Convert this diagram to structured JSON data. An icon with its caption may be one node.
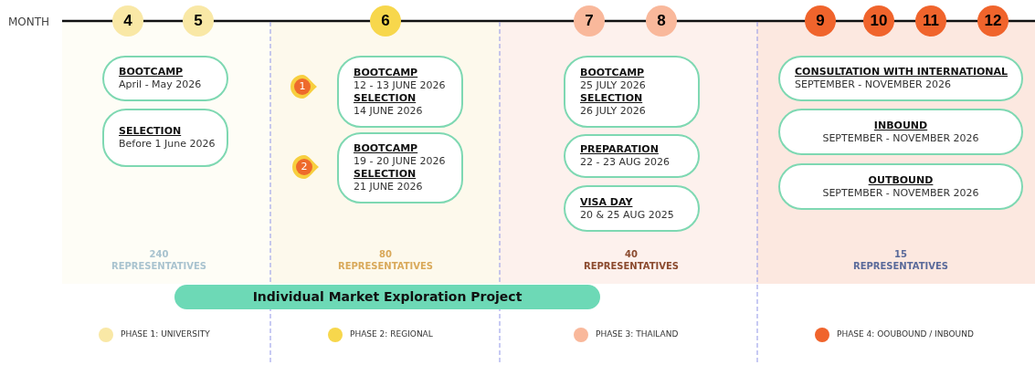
{
  "diagram": {
    "nodes": [
      {
        "text": [
          "4"
        ]
      },
      {
        "text": [
          "5"
        ]
      },
      {
        "text": [
          "6"
        ]
      },
      {
        "text": [
          "7"
        ]
      },
      {
        "text": [
          "8"
        ]
      },
      {
        "text": [
          "9"
        ]
      },
      {
        "text": [
          "10"
        ]
      },
      {
        "text": [
          "11"
        ]
      },
      {
        "text": [
          "12"
        ]
      },
      {
        "text": [
          "BOOTCAMP",
          "April - May 2026"
        ]
      },
      {
        "text": [
          "SELECTION",
          "Before 1 June 2026"
        ]
      },
      {
        "text": [
          "1"
        ]
      },
      {
        "text": [
          "BOOTCAMP",
          "12 - 13 JUNE 2026",
          "SELECTION",
          "14 JUNE 2026"
        ]
      },
      {
        "text": [
          "2"
        ]
      },
      {
        "text": [
          "BOOTCAMP",
          "19 - 20 JUNE 2026",
          "SELECTION",
          "21 JUNE 2026"
        ]
      },
      {
        "text": [
          "BOOTCAMP",
          "25 JULY 2026",
          "SELECTION",
          "26 JULY 2026"
        ]
      },
      {
        "text": [
          "PREPARATION",
          "22 - 23 AUG 2026"
        ]
      },
      {
        "text": [
          "VISA DAY",
          "20 & 25 AUG 2025"
        ]
      },
      {
        "text": [
          "CONSULTATION WITH INTERNATIONAL",
          "SEPTEMBER - NOVEMBER 2026"
        ]
      },
      {
        "text": [
          "INBOUND",
          "SEPTEMBER - NOVEMBER 2026"
        ]
      },
      {
        "text": [
          "OUTBOUND",
          "SEPTEMBER - NOVEMBER 2026"
        ]
      },
      {
        "text": [
          "Individual Market Exploration Project"
        ]
      }
    ],
    "labels": [
      "MONTH",
      "240",
      "REPRESENTATIVES",
      "80",
      "REPRESENTATIVES",
      "40",
      "REPRESENTATIVES",
      "15",
      "REPRESENTATIVES"
    ],
    "legend": [
      {
        "text": "PHASE 1: UNIVERSITY",
        "color": "#f9e8a6"
      },
      {
        "text": "PHASE 2: REGIONAL",
        "color": "#f7d74c"
      },
      {
        "text": "PHASE 3: THAILAND",
        "color": "#f9b89b"
      },
      {
        "text": "PHASE 4: OOUBOUND / INBOUND",
        "color": "#f0642c"
      }
    ]
  }
}
